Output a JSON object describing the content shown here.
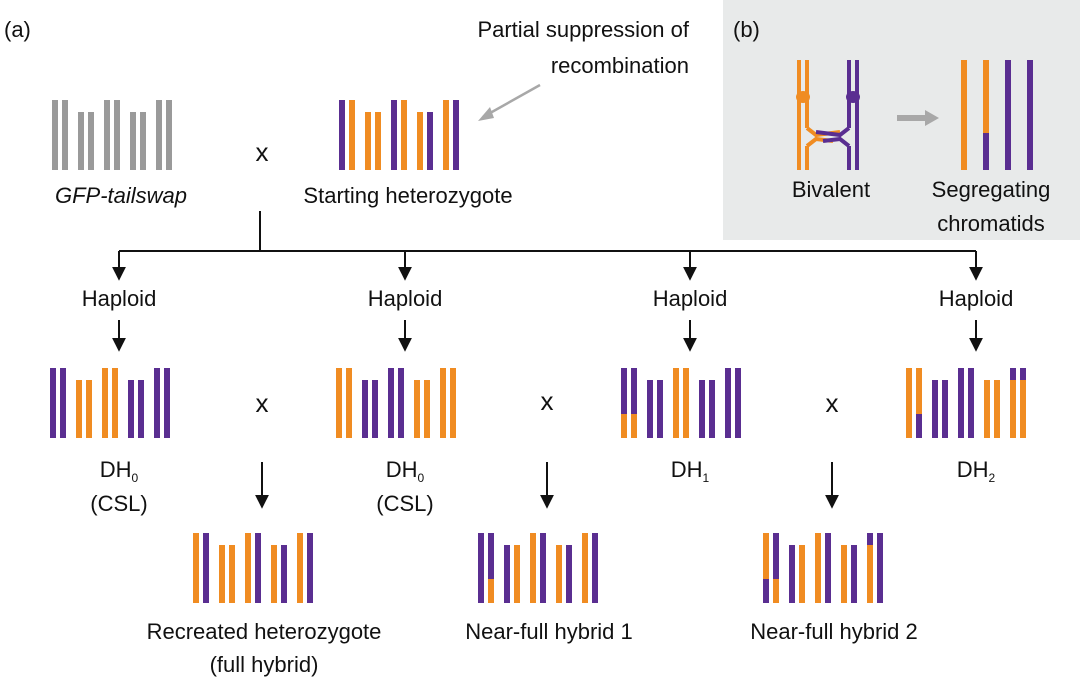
{
  "labels": {
    "panel_a": "(a)",
    "panel_b": "(b)",
    "annotation": "Partial suppression of",
    "annotation2": "recombination",
    "gfp": "GFP-tailswap",
    "starting": "Starting heterozygote",
    "cross": "x",
    "haploid": "Haploid",
    "dh": "DH",
    "dh0_sub": "0",
    "dh1_sub": "1",
    "dh2_sub": "2",
    "csl": "(CSL)",
    "recreated": "Recreated heterozygote",
    "full_hybrid": "(full hybrid)",
    "nfh1": "Near-full hybrid 1",
    "nfh2": "Near-full hybrid 2",
    "bivalent": "Bivalent",
    "segregating": "Segregating",
    "chromatids": "chromatids"
  },
  "colors": {
    "orange": "#F08C22",
    "purple": "#5A2E91",
    "gray": "#9A9A9A",
    "arrow_gray": "#A8A8A8",
    "panel_bg": "#E8EAEA",
    "line": "#111111"
  },
  "chromosome_sets": {
    "gfp_tailswap": [
      "G",
      "G",
      "G",
      "G",
      "G",
      "G",
      "G",
      "G",
      "G",
      "G"
    ],
    "starting_heterozygote": [
      "P",
      "O",
      "O",
      "O",
      "P",
      "O",
      "O",
      "P",
      "O",
      "P"
    ],
    "dh0_a": [
      "P",
      "P",
      "O",
      "O",
      "O",
      "O",
      "P",
      "P",
      "P",
      "P"
    ],
    "dh0_b": [
      "O",
      "O",
      "P",
      "P",
      "P",
      "P",
      "O",
      "O",
      "O",
      "O"
    ],
    "dh1": [
      "P:bO",
      "P:bO",
      "P",
      "P",
      "O",
      "O",
      "P",
      "P",
      "P",
      "P"
    ],
    "dh2": [
      "O",
      "O:bP",
      "P",
      "P",
      "P",
      "P",
      "O",
      "O",
      "O:tP",
      "O:tP"
    ],
    "recreated_heterozygote": [
      "O",
      "P",
      "O",
      "O",
      "O",
      "P",
      "O",
      "P",
      "O",
      "P"
    ],
    "near_full_hybrid_1": [
      "P",
      "P:bO",
      "P",
      "O",
      "O",
      "P",
      "O",
      "P",
      "O",
      "P"
    ],
    "near_full_hybrid_2": [
      "O:bP",
      "P:bO",
      "P",
      "O",
      "O",
      "P",
      "O",
      "P",
      "O:tP",
      "P"
    ],
    "segregating_chromatids": [
      "O",
      "O:bP",
      "P",
      "P"
    ]
  }
}
